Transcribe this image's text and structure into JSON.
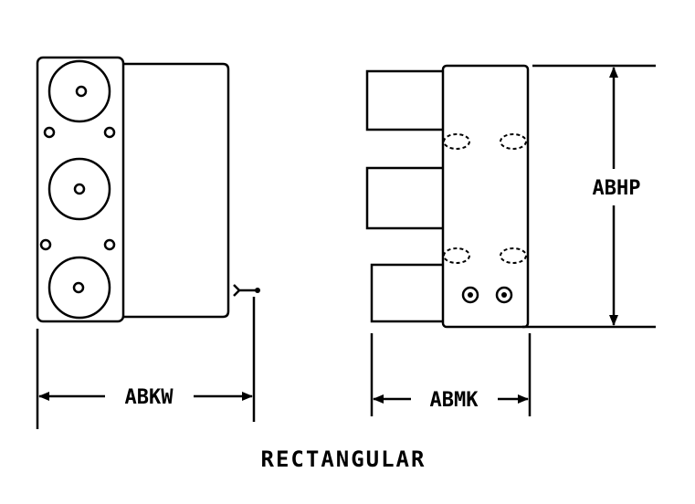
{
  "labels": {
    "width_dim": "ABKW",
    "depth_dim": "ABMK",
    "height_dim": "ABHP",
    "shape": "RECTANGULAR"
  },
  "colors": {
    "line": "#000000",
    "background": "#ffffff"
  }
}
